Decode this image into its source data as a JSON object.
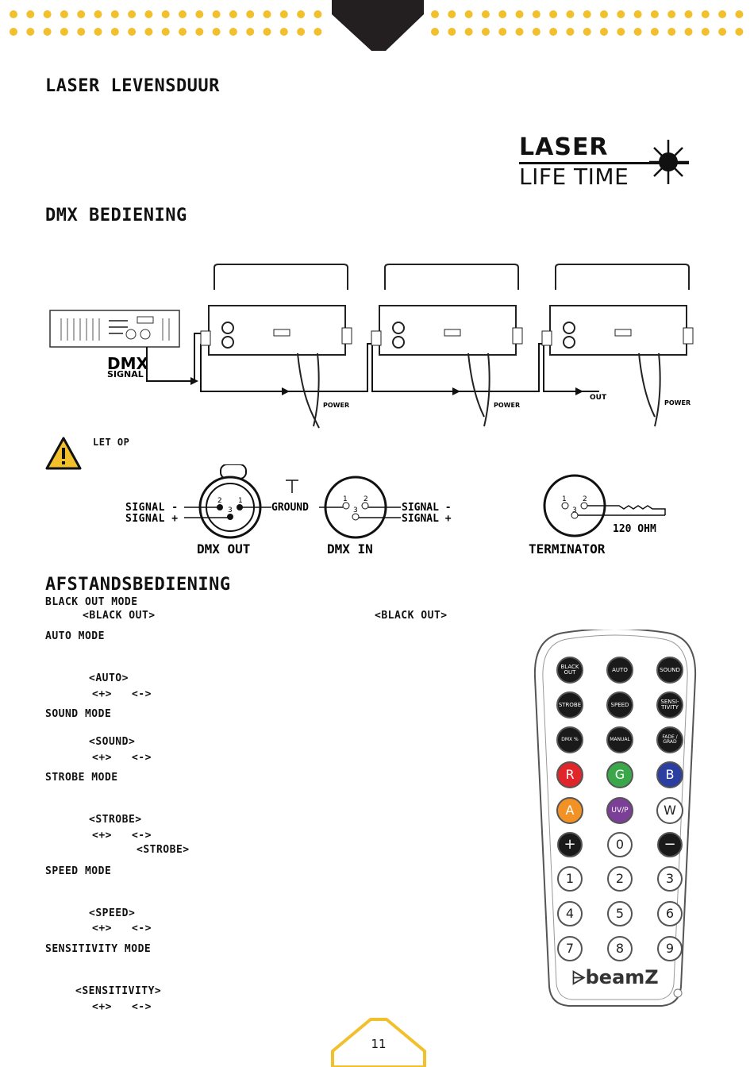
{
  "header": {
    "accent_color": "#f2c02c",
    "dark_color": "#231f20"
  },
  "sections": {
    "laser_life_heading": "LASER LEVENSDUUR",
    "dmx_heading": "DMX BEDIENING",
    "remote_heading": "AFSTANDSBEDIENING"
  },
  "laser_logo": {
    "line1": "LASER",
    "line2": "LIFE TIME",
    "icon": "laser-burst-icon"
  },
  "dmx_diagram": {
    "controller_label": "DMX",
    "controller_sub": "SIGNAL",
    "power_label_1": "POWER",
    "power_label_2": "POWER",
    "power_label_3": "POWER",
    "out_label": "OUT"
  },
  "warning": {
    "label": "LET OP",
    "icon": "warning-triangle-icon"
  },
  "connectors": {
    "signal_minus_left": "SIGNAL -",
    "signal_plus_left": "SIGNAL +",
    "ground": "GROUND",
    "signal_minus_right": "SIGNAL -",
    "signal_plus_right": "SIGNAL +",
    "dmx_out": "DMX OUT",
    "dmx_in": "DMX IN",
    "terminator": "TERMINATOR",
    "ohm": "120 OHM",
    "pin1": "1",
    "pin2": "2",
    "pin3": "3"
  },
  "modes": {
    "blackout_title": "BLACK OUT MODE",
    "blackout_key_1": "<BLACK OUT>",
    "blackout_key_2": "<BLACK OUT>",
    "auto_title": "AUTO MODE",
    "auto_key": "<AUTO>",
    "auto_pm": "<+>   <->",
    "sound_title": "SOUND MODE",
    "sound_key": "<SOUND>",
    "sound_pm": "<+>   <->",
    "strobe_title": "STROBE MODE",
    "strobe_key": "<STROBE>",
    "strobe_pm": "<+>   <->",
    "strobe_key_2": "<STROBE>",
    "speed_title": "SPEED MODE",
    "speed_key": "<SPEED>",
    "speed_pm": "<+>   <->",
    "sens_title": "SENSITIVITY MODE",
    "sens_key": "<SENSITIVITY>",
    "sens_pm": "<+>   <->"
  },
  "remote": {
    "brand": "beamZ",
    "row1": [
      "BLACK OUT",
      "AUTO",
      "SOUND"
    ],
    "row2": [
      "STROBE",
      "SPEED",
      "SENSI- TIVITY"
    ],
    "row3": [
      "DMX %",
      "MANUAL",
      "FADE / GRAD"
    ],
    "color_buttons": [
      {
        "label": "R",
        "color": "#e0262a"
      },
      {
        "label": "G",
        "color": "#3aa84a"
      },
      {
        "label": "B",
        "color": "#2a3fa0"
      },
      {
        "label": "A",
        "color": "#f39224"
      },
      {
        "label": "UV/P",
        "color": "#7b3f97"
      },
      {
        "label": "W",
        "color": "#ffffff"
      }
    ],
    "plus": "+",
    "zero": "0",
    "minus": "−",
    "digits": [
      "1",
      "2",
      "3",
      "4",
      "5",
      "6",
      "7",
      "8",
      "9"
    ]
  },
  "footer": {
    "page_number": "11"
  }
}
